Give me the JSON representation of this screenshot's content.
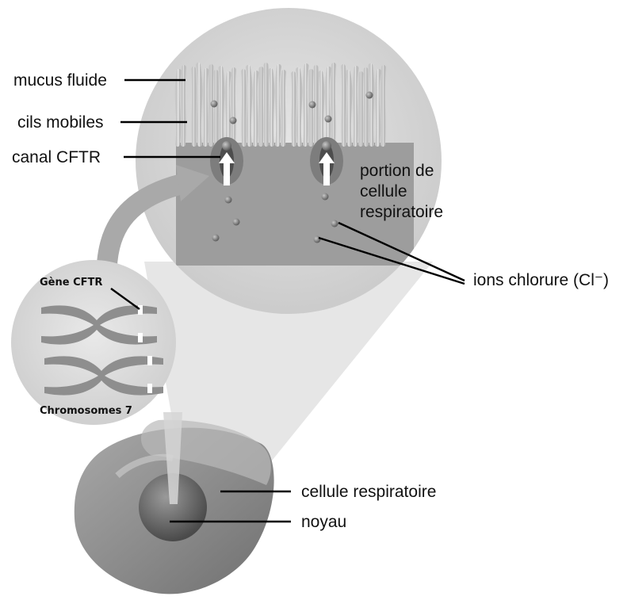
{
  "labels": {
    "mucus": "mucus fluide",
    "cils": "cils mobiles",
    "canal": "canal CFTR",
    "portion_line1": "portion de",
    "portion_line2": "cellule",
    "portion_line3": "respiratoire",
    "ions": "ions chlorure (Cl⁻)",
    "gene": "Gène CFTR",
    "chromosomes": "Chromosomes 7",
    "cellule": "cellule respiratoire",
    "noyau": "noyau"
  }
}
